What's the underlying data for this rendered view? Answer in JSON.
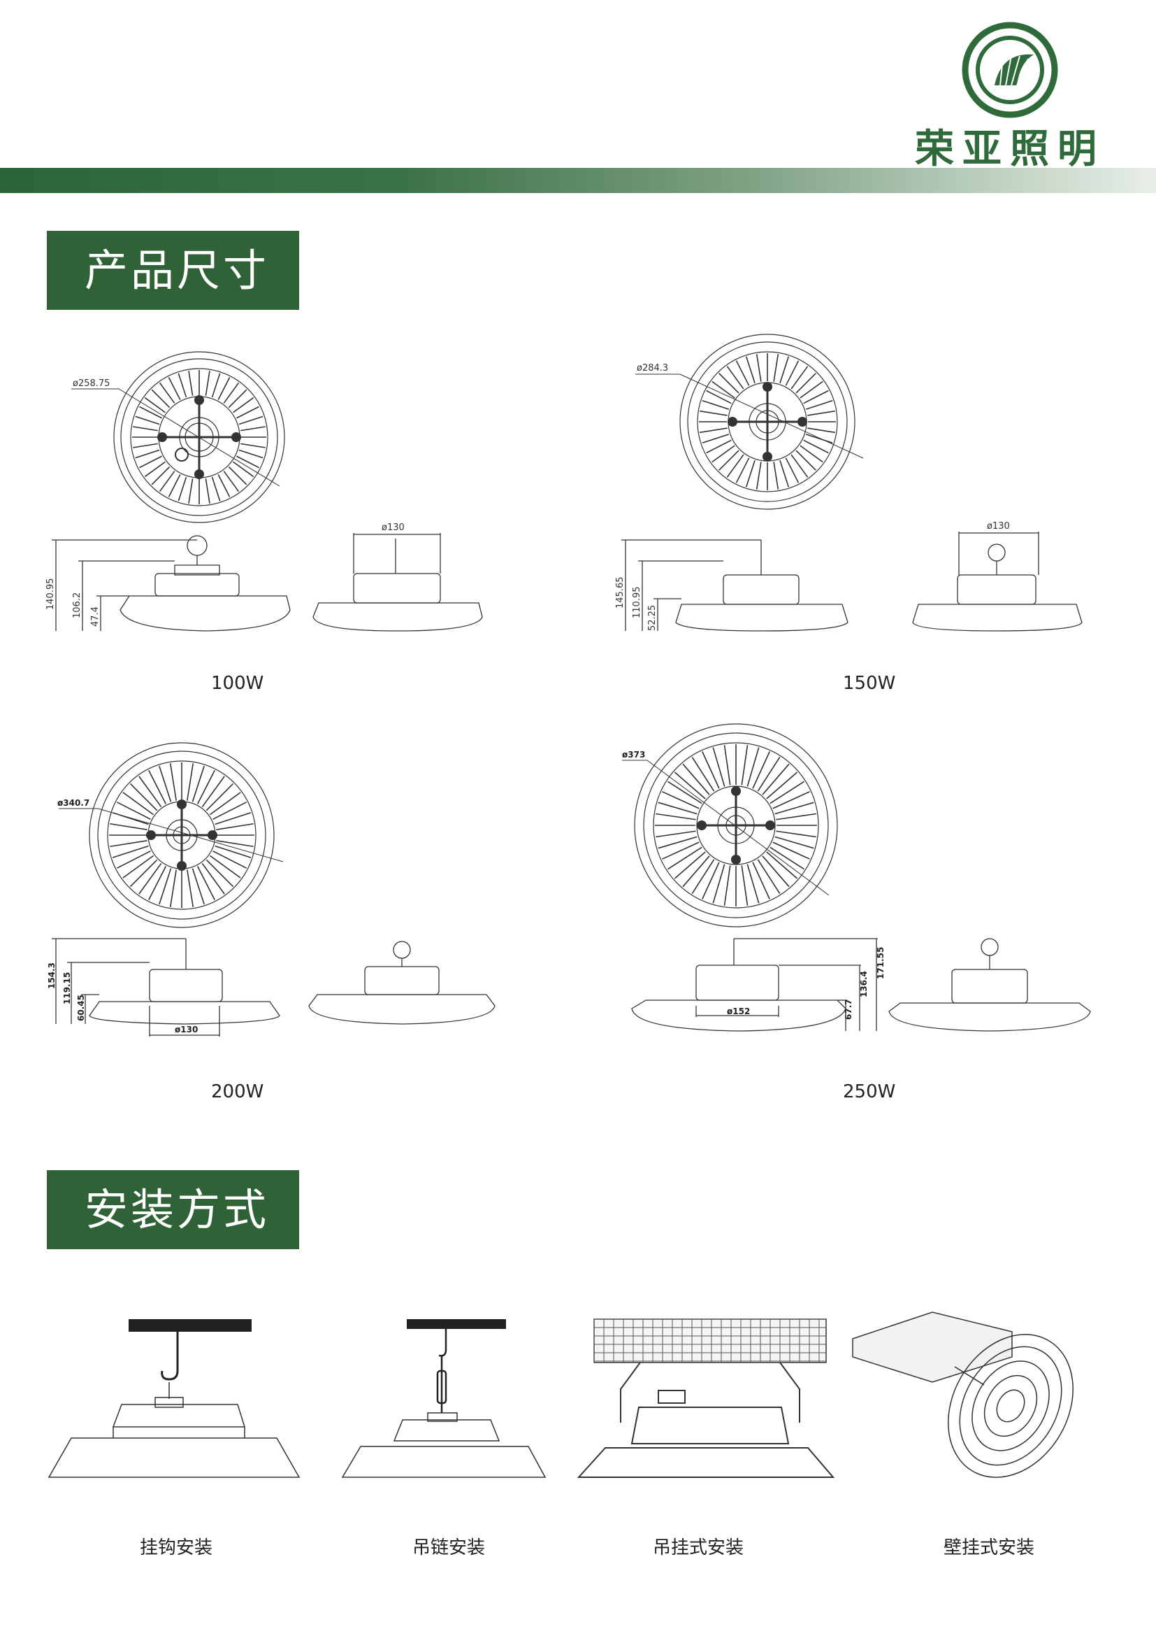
{
  "brand": {
    "name": "荣亚照明",
    "logo_icon": "leaf-circle-logo",
    "color": "#2f6b3a"
  },
  "sections": {
    "dimensions_title": "产品尺寸",
    "installation_title": "安装方式",
    "tag_color": "#2f6236"
  },
  "models": [
    {
      "power": "100W",
      "diameter": "ø258.75",
      "heights": [
        "140.95",
        "106.2",
        "47.4"
      ],
      "side_width": "ø130"
    },
    {
      "power": "150W",
      "diameter": "ø284.3",
      "heights": [
        "145.65",
        "110.95",
        "52.25"
      ],
      "side_width": "ø130"
    },
    {
      "power": "200W",
      "diameter": "ø340.7",
      "heights": [
        "154.3",
        "119.15",
        "60.45"
      ],
      "bottom_width": "ø130"
    },
    {
      "power": "250W",
      "diameter": "ø373",
      "heights": [
        "171.55",
        "136.4",
        "67.7"
      ],
      "bottom_width": "ø152"
    }
  ],
  "installations": [
    {
      "label": "挂钩安装"
    },
    {
      "label": "吊链安装"
    },
    {
      "label": "吊挂式安装"
    },
    {
      "label": "壁挂式安装"
    }
  ]
}
